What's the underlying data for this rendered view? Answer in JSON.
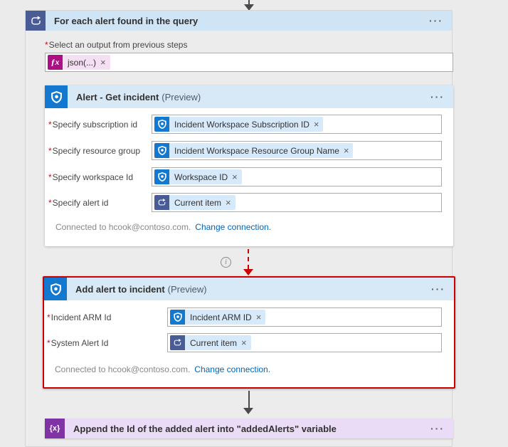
{
  "ui": {
    "required_marker": "*",
    "more_options": "···",
    "remove_token": "×",
    "info_glyph": "i"
  },
  "colors": {
    "canvas": "#ebebeb",
    "foreach_accent": "#4a5c96",
    "sentinel_blue": "#1379d0",
    "expression_magenta": "#ad0e86",
    "variable_purple": "#8033a5",
    "card_header_blue": "#d7e9f7",
    "append_header_purple": "#eadcf6",
    "token_blue_bg": "#d7eafb",
    "token_pink_bg": "#f5dff2",
    "selection_red": "#cc0000",
    "link_blue": "#0067b8"
  },
  "foreach": {
    "title": "For each alert found in the query",
    "output_label": "Select an output from previous steps",
    "expression_token": "json(...)",
    "fx_glyph": "ƒx"
  },
  "get_incident": {
    "title": "Alert - Get incident",
    "preview": "(Preview)",
    "rows": [
      {
        "label": "Specify subscription id",
        "token": "Incident Workspace Subscription ID"
      },
      {
        "label": "Specify resource group",
        "token": "Incident Workspace Resource Group Name"
      },
      {
        "label": "Specify workspace Id",
        "token": "Workspace ID"
      },
      {
        "label": "Specify alert id",
        "token": "Current item"
      }
    ],
    "connected_text": "Connected to hcook@contoso.com.",
    "change_link": "Change connection."
  },
  "add_alert": {
    "title": "Add alert to incident",
    "preview": "(Preview)",
    "rows": [
      {
        "label": "Incident ARM Id",
        "token": "Incident ARM ID"
      },
      {
        "label": "System Alert Id",
        "token": "Current item"
      }
    ],
    "connected_text": "Connected to hcook@contoso.com.",
    "change_link": "Change connection."
  },
  "append": {
    "title": "Append the Id of the added alert into \"addedAlerts\" variable",
    "var_glyph": "{x}"
  }
}
